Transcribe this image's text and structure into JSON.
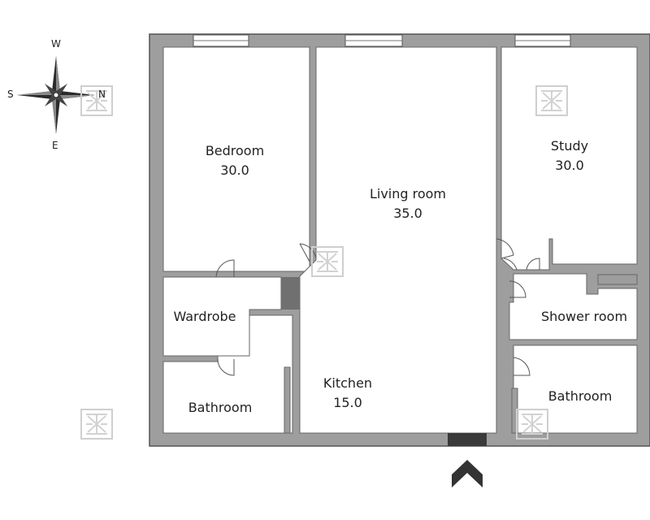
{
  "colors": {
    "wall_fill": "#9e9e9e",
    "wall_stroke": "#555555",
    "room_fill": "#ffffff",
    "text": "#222222",
    "entrance": "#333333",
    "watermark": "#cccccc"
  },
  "compass": {
    "top": "W",
    "left": "S",
    "right": "N",
    "bottom": "E"
  },
  "rooms": [
    {
      "id": "bedroom",
      "name": "Bedroom",
      "area": "30.0"
    },
    {
      "id": "living",
      "name": "Living room",
      "area": "35.0"
    },
    {
      "id": "study",
      "name": "Study",
      "area": "30.0"
    },
    {
      "id": "wardrobe",
      "name": "Wardrobe",
      "area": ""
    },
    {
      "id": "shower",
      "name": "Shower room",
      "area": ""
    },
    {
      "id": "kitchen",
      "name": "Kitchen",
      "area": "15.0"
    },
    {
      "id": "bathroom-left",
      "name": "Bathroom",
      "area": ""
    },
    {
      "id": "bathroom-right",
      "name": "Bathroom",
      "area": ""
    }
  ],
  "icons": {
    "compass": "compass-rose-icon",
    "entrance": "entrance-arrow-icon",
    "watermark": "logo-watermark-icon"
  }
}
